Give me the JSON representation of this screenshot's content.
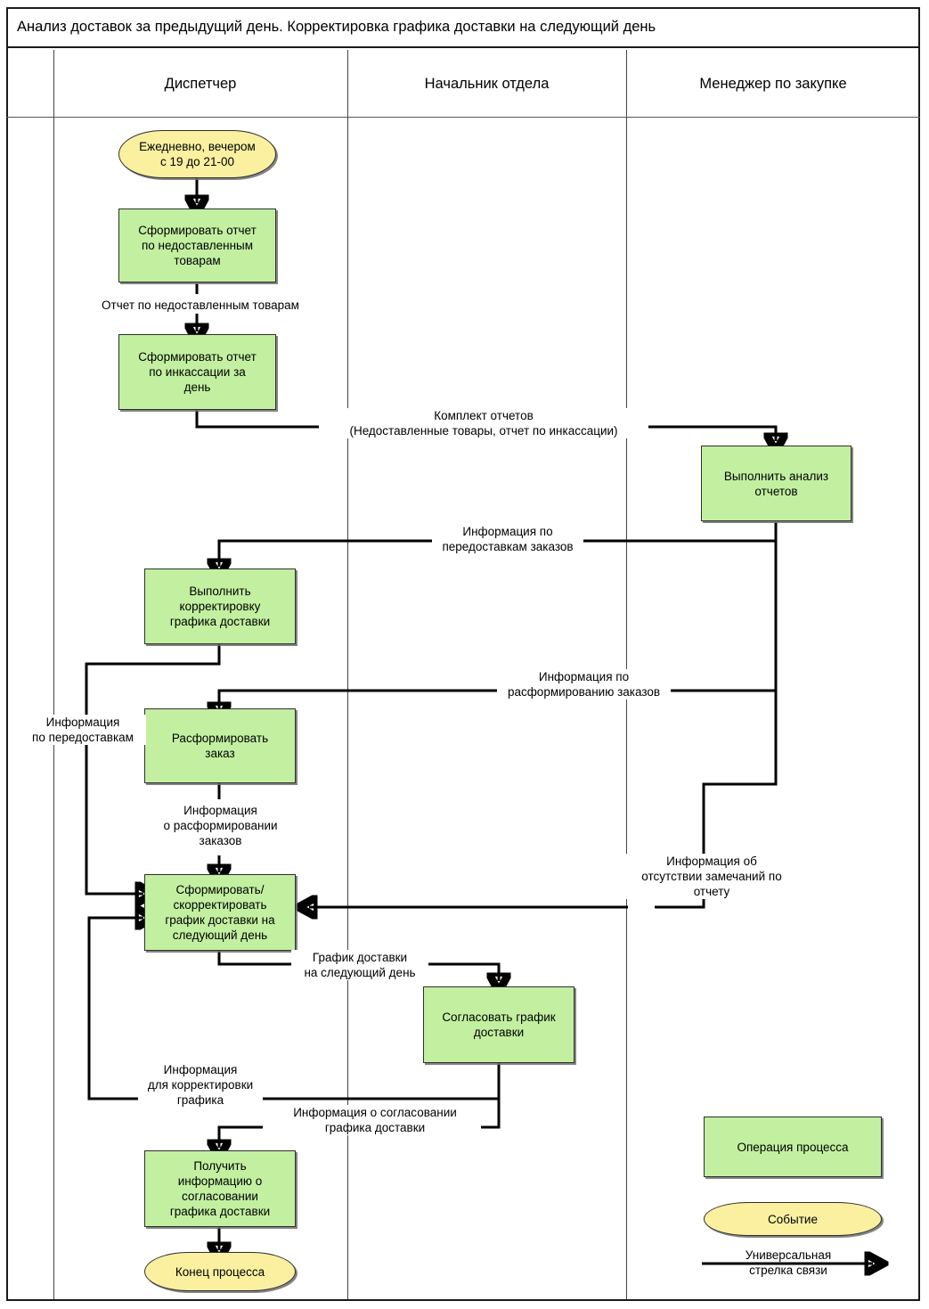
{
  "title": "Анализ доставок за предыдущий день. Корректировка графика доставки на следующий день",
  "lanes": [
    {
      "id": "dispatcher",
      "label": "Диспетчер"
    },
    {
      "id": "head-of-department",
      "label": "Начальник отдела"
    },
    {
      "id": "purchasing-manager",
      "label": "Менеджер по закупке"
    }
  ],
  "nodes": {
    "start_event": "Ежедневно, вечером\nс 19 до 21-00",
    "report_undelivered": "Сформировать отчет\nпо недоставленным\nтоварам",
    "report_collection": "Сформировать отчет\nпо инкассации за\nдень",
    "analyze_reports": "Выполнить анализ\nотчетов",
    "adjust_schedule": "Выполнить\nкорректировку\nграфика доставки",
    "disband_order": "Расформировать\nзаказ",
    "form_schedule": "Сформировать/\nскорректировать\nграфик доставки на\nследующий день",
    "approve_schedule": "Согласовать график\nдоставки",
    "get_approval_info": "Получить\nинформацию о\nсогласовании\nграфика доставки",
    "end_event": "Конец процесса"
  },
  "edge_labels": {
    "undelivered_report": "Отчет по недоставленным товарам",
    "reports_set": "Комплект отчетов\n(Недоставленные товары, отчет по инкассации)",
    "redelivery_info": "Информация по\nпередоставкам заказов",
    "disband_info_lane": "Информация по\nрасформированию заказов",
    "redelivery_info_left": "Информация\nпо передоставкам",
    "disband_result": "Информация\nо расформировании\nзаказов",
    "no_remarks": "Информация об\nотсутствии замечаний по\nотчету",
    "schedule_next_day": "График доставки\nна следующий день",
    "correction_info": "Информация\nдля корректировки\nграфика",
    "approval_info": "Информация о согласовании\nграфика доставки"
  },
  "legend": {
    "process_operation": "Операция процесса",
    "event": "Событие",
    "universal_arrow": "Универсальная\nстрелка связи"
  },
  "colors": {
    "process_fill": "#c2f0a0",
    "event_fill": "#faf0a0",
    "stroke": "#000000",
    "frame": "#1a1a1a"
  }
}
